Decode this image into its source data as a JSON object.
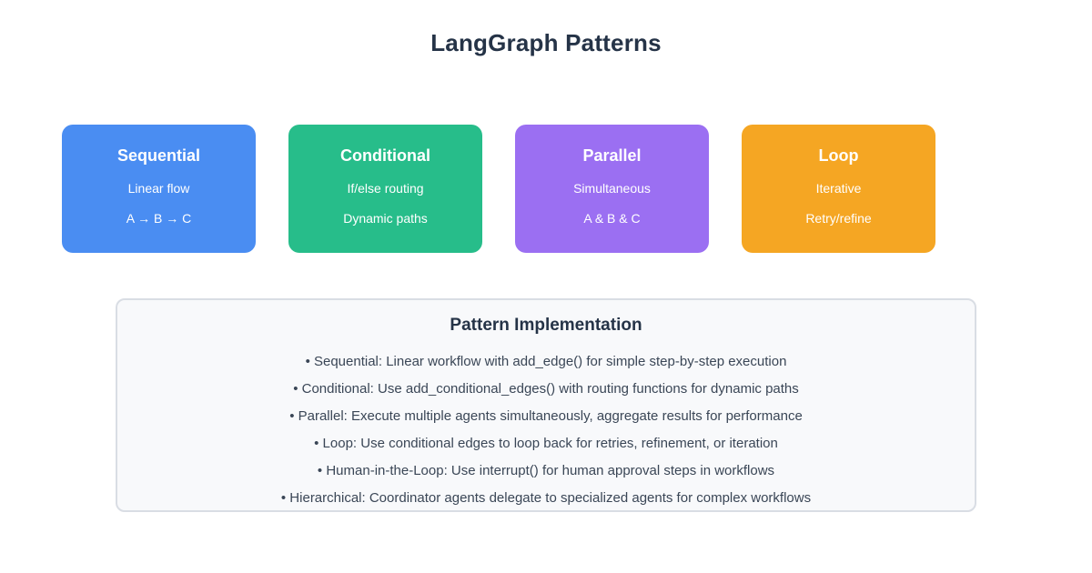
{
  "page": {
    "title": "LangGraph Patterns"
  },
  "cards": [
    {
      "title": "Sequential",
      "line1": "Linear flow",
      "line2": "A → B → C",
      "color": "#4a8df2"
    },
    {
      "title": "Conditional",
      "line1": "If/else routing",
      "line2": "Dynamic paths",
      "color": "#27bd8a"
    },
    {
      "title": "Parallel",
      "line1": "Simultaneous",
      "line2": "A & B & C",
      "color": "#9b6ff2"
    },
    {
      "title": "Loop",
      "line1": "Iterative",
      "line2": "Retry/refine",
      "color": "#f5a623"
    }
  ],
  "implementation": {
    "title": "Pattern Implementation",
    "bullets": [
      "• Sequential: Linear workflow with add_edge() for simple step-by-step execution",
      "• Conditional: Use add_conditional_edges() with routing functions for dynamic paths",
      "• Parallel: Execute multiple agents simultaneously, aggregate results for performance",
      "• Loop: Use conditional edges to loop back for retries, refinement, or iteration",
      "• Human-in-the-Loop: Use interrupt() for human approval steps in workflows",
      "• Hierarchical: Coordinator agents delegate to specialized agents for complex workflows"
    ]
  },
  "colors": {
    "heading_text": "#253347",
    "body_text": "#3a4656",
    "card_text": "#ffffff",
    "panel_background": "#f8f9fb",
    "panel_border": "#d9dde4"
  }
}
